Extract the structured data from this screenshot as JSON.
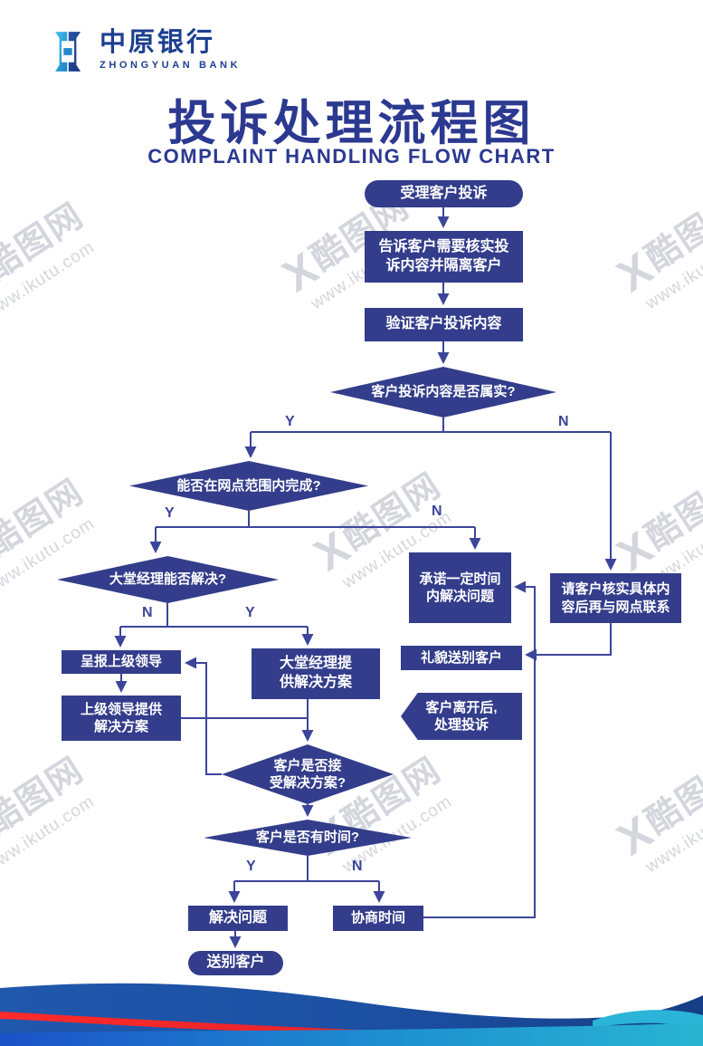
{
  "header": {
    "logo_cn": "中原银行",
    "logo_en": "ZHONGYUAN BANK",
    "title": "投诉处理流程图",
    "subtitle": "COMPLAINT HANDLING FLOW CHART"
  },
  "watermark": {
    "mark": "X",
    "brand": "酷图网",
    "url": "www.ikutu.com"
  },
  "flow": {
    "label_y": "Y",
    "label_n": "N",
    "nodes": {
      "start": "受理客户投诉",
      "inform": "告诉客户需要核实投\n诉内容并隔离客户",
      "verify": "验证客户投诉内容",
      "is_true": "客户投诉内容是否属实?",
      "in_branch_scope": "能否在网点范围内完成?",
      "lobby_can_solve": "大堂经理能否解决?",
      "report_leader": "呈报上级领导",
      "lobby_solution": "大堂经理提\n供解决方案",
      "leader_solution": "上级领导提供\n解决方案",
      "accept_solution": "客户是否接\n受解决方案?",
      "has_time": "客户是否有时间?",
      "solve": "解决问题",
      "negotiate_time": "协商时间",
      "farewell": "送别客户",
      "promise": "承诺一定时间\n内解决问题",
      "recheck": "请客户核实具体内\n容后再与网点联系",
      "polite_farewell": "礼貌送别客户",
      "after_leave": "客户离开后,\n处理投诉"
    }
  },
  "colors": {
    "node_fill": "#333d8b",
    "connector": "#3c459a",
    "title_blue": "#2b3990",
    "logo_dark_blue": "#1c3f90",
    "logo_light_blue": "#2aa9e0",
    "wave_dark_blue": "#1c4fa2",
    "wave_red": "#e8252b",
    "wave_teal": "#2bb3d8",
    "wave_bright_blue": "#1b52c8",
    "watermark_gray": "#caccd5"
  }
}
